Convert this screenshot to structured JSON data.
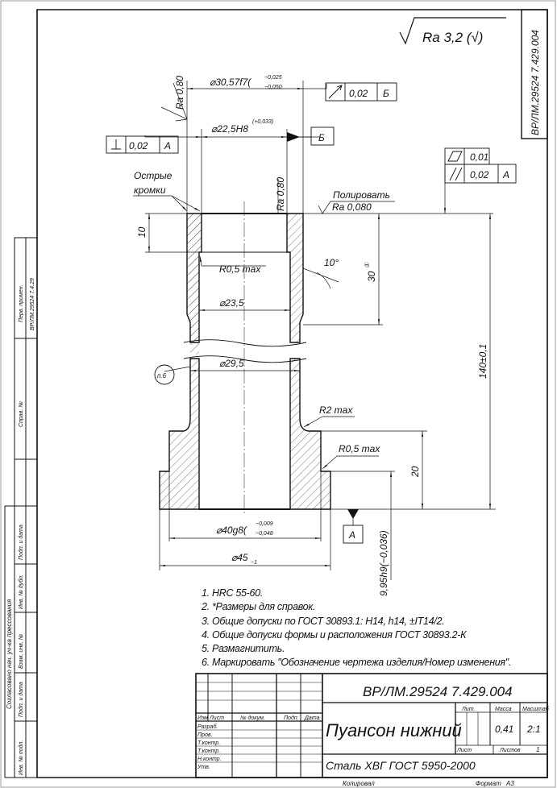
{
  "roughness_general": "Ra 3,2 (√)",
  "code_side": "ВР/ЛМ.29524 7.429.004",
  "dimensions": {
    "d30": "⌀30,57f7(",
    "d30_tol_upper": "−0,025",
    "d30_tol_lower": "−0,050",
    "d22": "⌀22,5H8",
    "d22_tol": "(+0,033)",
    "d23": "⌀23,5",
    "d29": "⌀29,5",
    "d40": "⌀40g8(",
    "d40_tol_upper": "−0,009",
    "d40_tol_lower": "−0,048",
    "d45": "⌀45",
    "d45_tol": "−1",
    "h10": "10",
    "h30": "30",
    "h30_mark": "①",
    "h140": "140±0,1",
    "h20": "20",
    "h995": "9,95h9(−0,036)",
    "angle": "10°",
    "r05_top": "R0,5 max",
    "r2": "R2 max",
    "r05_bot": "R0,5 max",
    "ra080_left": "Ra 0,80",
    "ra080_bore": "Ra 0,80",
    "polish": "Полировать",
    "polish_ra": "Ra 0,080",
    "sharp_edges_1": "Острые",
    "sharp_edges_2": "кромки",
    "note_ref": "п.6"
  },
  "tolerance_frames": {
    "runout": {
      "value": "0,02",
      "datum": "Б"
    },
    "perpendicular": {
      "value": "0,02",
      "datum": "А"
    },
    "flatness": {
      "value": "0,01"
    },
    "parallel": {
      "value": "0,02",
      "datum": "А"
    },
    "datum_b": "Б",
    "datum_a": "А"
  },
  "notes": [
    "1. HRC 55-60.",
    "2. *Размеры для справок.",
    "3. Общие допуски по ГОСТ 30893.1: H14, h14, ±IT14/2.",
    "4. Общие допуски формы и расположения ГОСТ 30893.2-К",
    "5. Размагнитить.",
    "6. Маркировать \"Обозначение чертежа изделия/Номер изменения\"."
  ],
  "title_block": {
    "designation": "ВР/ЛМ.29524 7.429.004",
    "name": "Пуансон нижний",
    "material": "Сталь ХВГ  ГОСТ 5950-2000",
    "lit_label": "Лит.",
    "mass_label": "Масса",
    "scale_label": "Масштаб",
    "mass": "0,41",
    "scale": "2:1",
    "sheet_label": "Лист",
    "sheets_label": "Листов",
    "sheets": "1",
    "col_headers": [
      "Изм",
      "Лист",
      "№ докум.",
      "Подп.",
      "Дата"
    ],
    "roles": [
      "Разраб.",
      "Пров.",
      "Т.контр.",
      "Т.контр.",
      "Н.контр.",
      "Утв."
    ],
    "copied": "Копировал",
    "format_label": "Формат",
    "format": "А3"
  },
  "side_stamp": {
    "perv_primen": "Перв. примен.",
    "perv_value": "ВР/ЛМ.29524 7.4.29",
    "sprav": "Справ. №",
    "agreed": "Согласовано нач. уч-ка прессования",
    "cells": [
      "Инв. № подл.",
      "Подп. и дата",
      "Взам. инв. №",
      "Инв. № дубл.",
      "Подп. и дата"
    ]
  }
}
